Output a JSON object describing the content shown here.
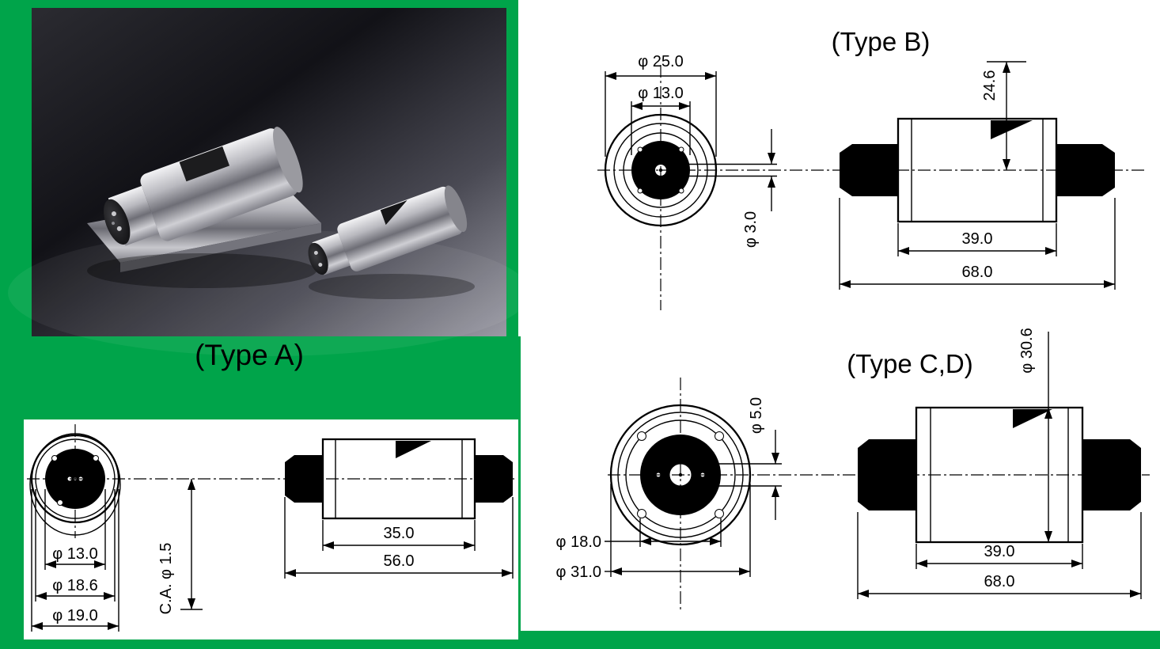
{
  "colors": {
    "background": "#00a44a",
    "panel": "#ffffff",
    "line": "#000000"
  },
  "photo": {
    "caption": "(Type A)"
  },
  "type_a": {
    "front": {
      "d13": "φ 13.0",
      "d186": "φ 18.6",
      "d19": "φ 19.0",
      "ca": "C.A. φ 1.5"
    },
    "side": {
      "body_len": "35.0",
      "total_len": "56.0"
    }
  },
  "type_b": {
    "title": "(Type B)",
    "front": {
      "d25": "φ 25.0",
      "d13": "φ 13.0",
      "d3": "φ 3.0"
    },
    "side": {
      "height": "24.6",
      "body_len": "39.0",
      "total_len": "68.0"
    }
  },
  "type_cd": {
    "title": "(Type C,D)",
    "front": {
      "d5": "φ 5.0",
      "d18": "φ 18.0",
      "d31": "φ 31.0"
    },
    "side": {
      "dia": "φ 30.6",
      "body_len": "39.0",
      "total_len": "68.0"
    }
  }
}
